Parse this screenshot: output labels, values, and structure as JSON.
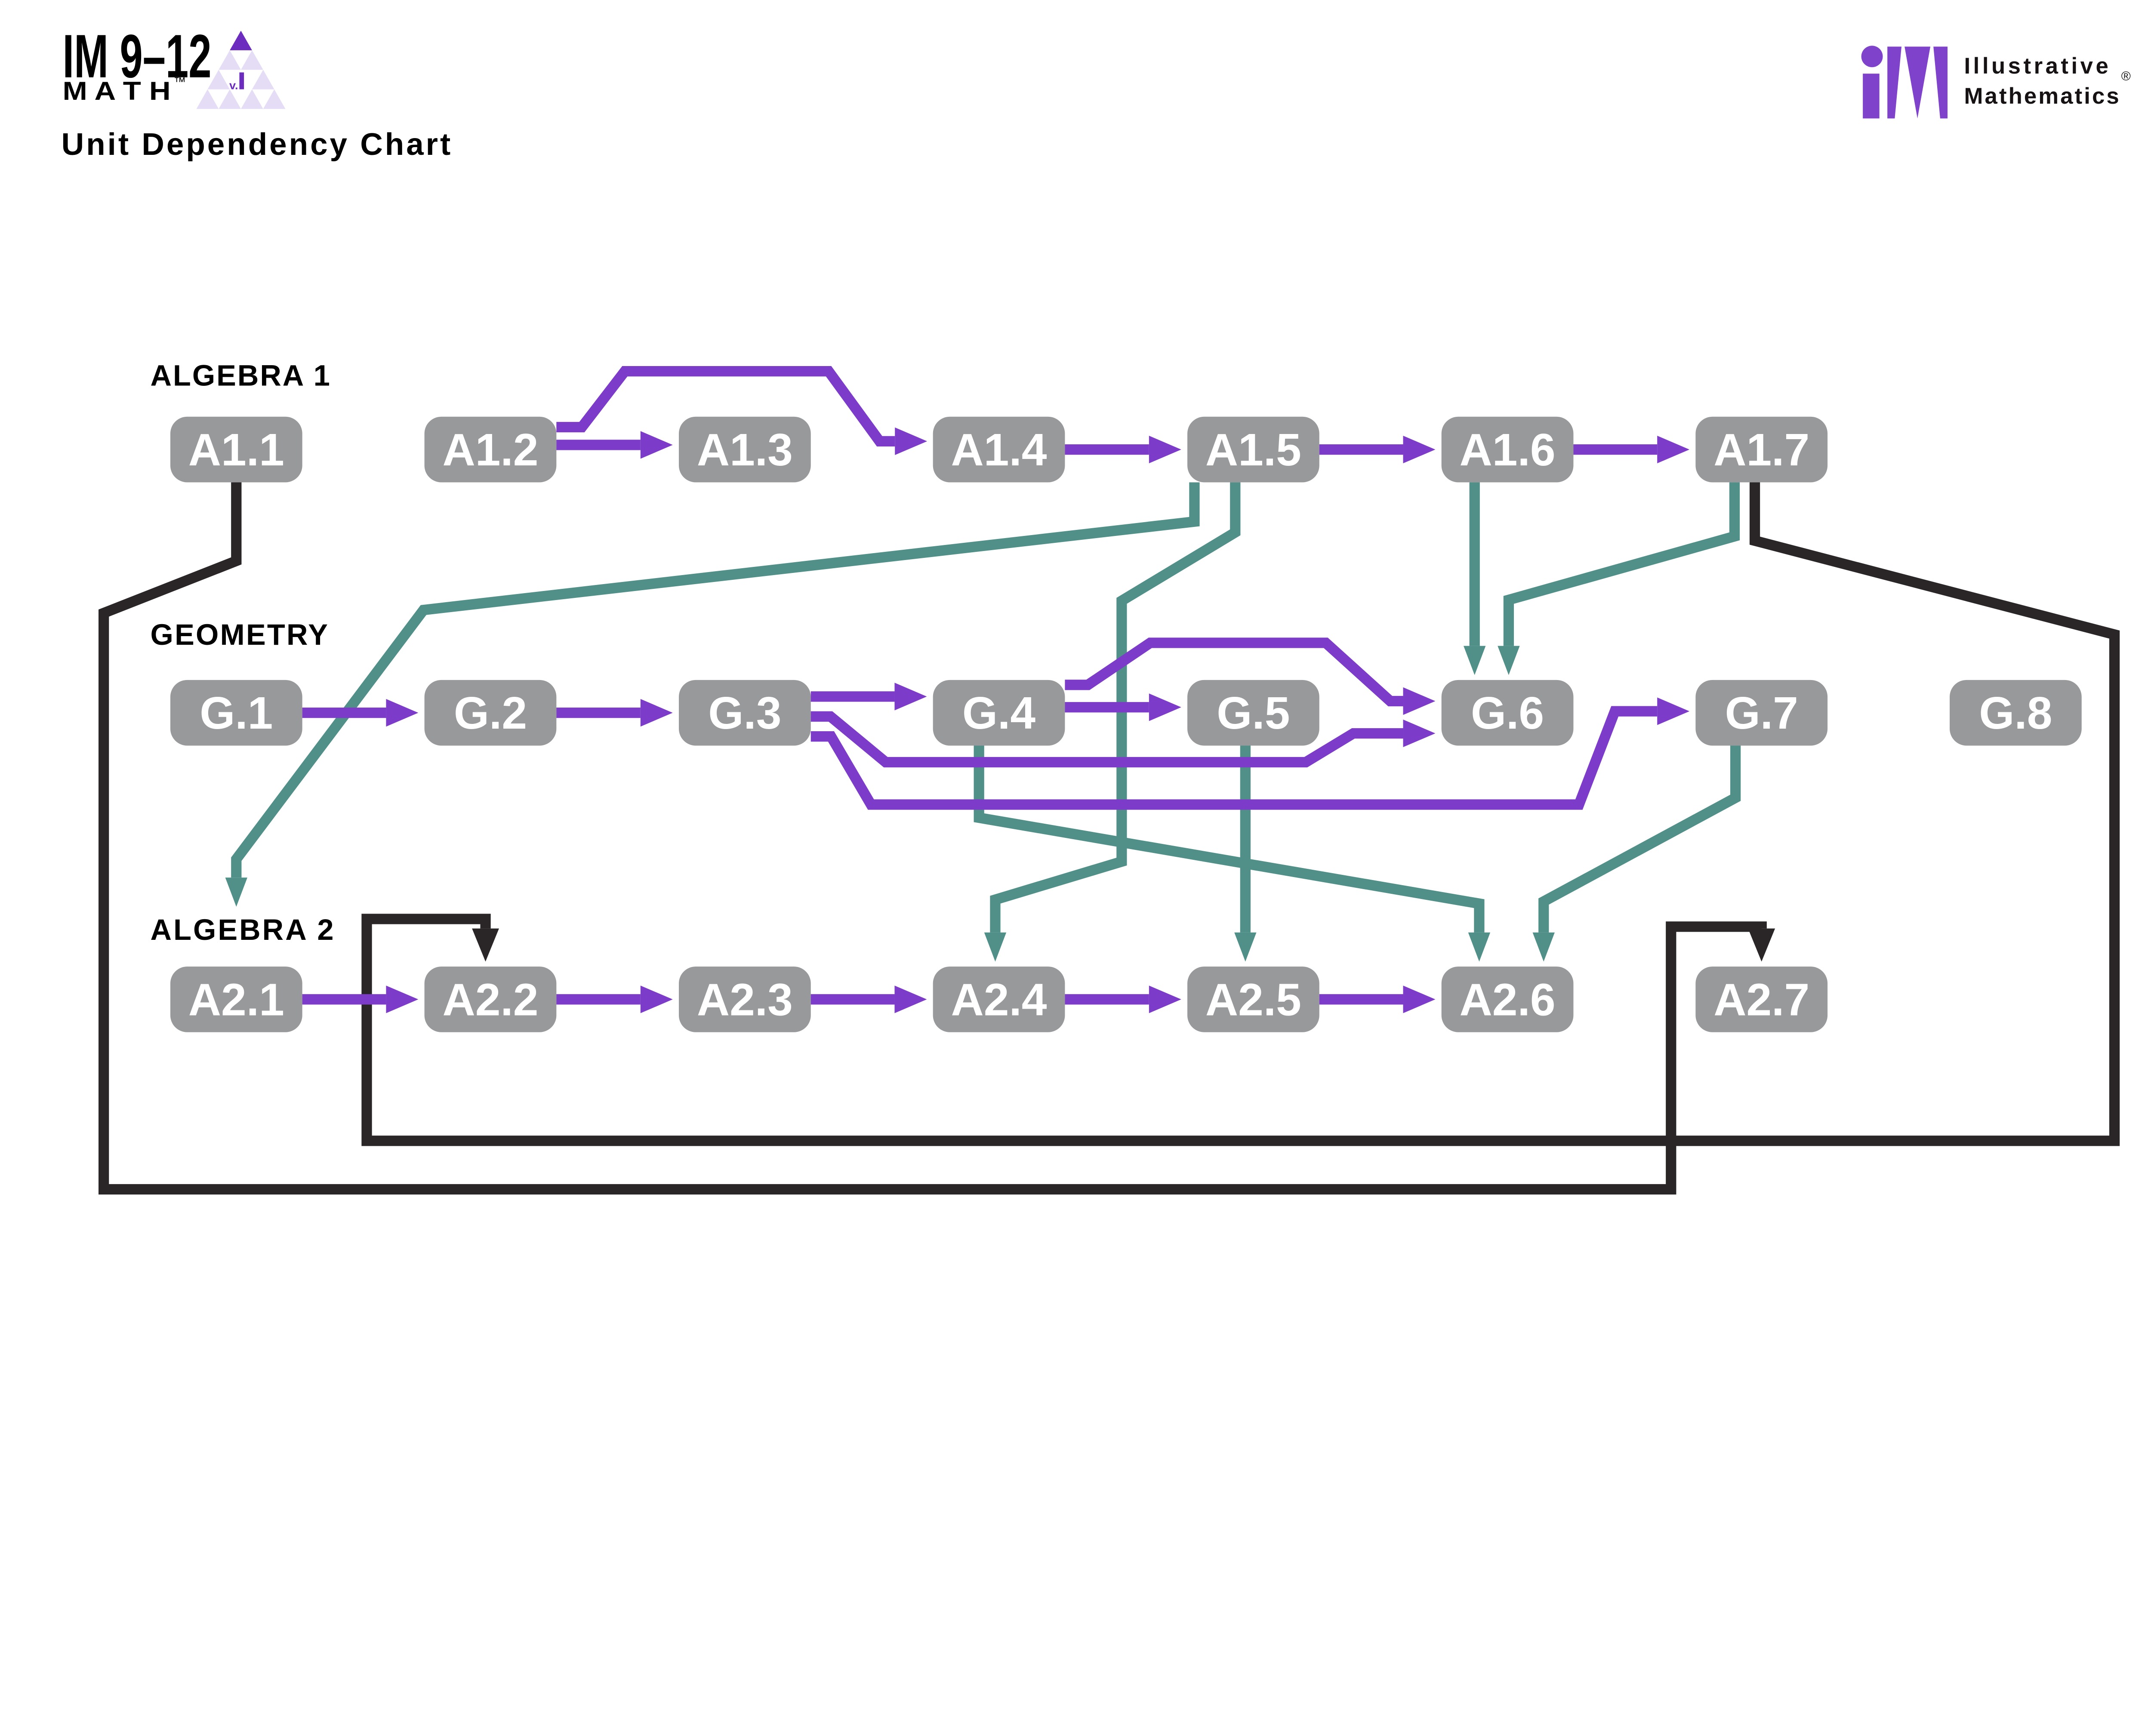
{
  "header": {
    "brand_line1": "IM 9–12",
    "brand_line2": "M A T H",
    "trademark": "™",
    "title": "Unit Dependency Chart",
    "triangle_logo": {
      "version_prefix": "v.",
      "version_bar": "I"
    }
  },
  "publisher": {
    "logo": "iM-monogram",
    "name_line1": "Illustrative",
    "name_line2": "Mathematics",
    "registered": "®"
  },
  "colors": {
    "purple": "#7C3BC8",
    "teal": "#519089",
    "black": "#2A2627",
    "box_gray": "#98999B",
    "logo_purple_dark": "#6C2CBE",
    "logo_purple_light": "#E5DCF6",
    "logo_mark_purple": "#7F42CB"
  },
  "sections": [
    {
      "id": "algebra1",
      "label": "ALGEBRA 1"
    },
    {
      "id": "geometry",
      "label": "GEOMETRY"
    },
    {
      "id": "algebra2",
      "label": "ALGEBRA 2"
    }
  ],
  "units": [
    {
      "id": "A1.1",
      "label": "A1.1",
      "row": 0,
      "col": 0
    },
    {
      "id": "A1.2",
      "label": "A1.2",
      "row": 0,
      "col": 1
    },
    {
      "id": "A1.3",
      "label": "A1.3",
      "row": 0,
      "col": 2
    },
    {
      "id": "A1.4",
      "label": "A1.4",
      "row": 0,
      "col": 3
    },
    {
      "id": "A1.5",
      "label": "A1.5",
      "row": 0,
      "col": 4
    },
    {
      "id": "A1.6",
      "label": "A1.6",
      "row": 0,
      "col": 5
    },
    {
      "id": "A1.7",
      "label": "A1.7",
      "row": 0,
      "col": 6
    },
    {
      "id": "G.1",
      "label": "G.1",
      "row": 1,
      "col": 0
    },
    {
      "id": "G.2",
      "label": "G.2",
      "row": 1,
      "col": 1
    },
    {
      "id": "G.3",
      "label": "G.3",
      "row": 1,
      "col": 2
    },
    {
      "id": "G.4",
      "label": "G.4",
      "row": 1,
      "col": 3
    },
    {
      "id": "G.5",
      "label": "G.5",
      "row": 1,
      "col": 4
    },
    {
      "id": "G.6",
      "label": "G.6",
      "row": 1,
      "col": 5
    },
    {
      "id": "G.7",
      "label": "G.7",
      "row": 1,
      "col": 6
    },
    {
      "id": "G.8",
      "label": "G.8",
      "row": 1,
      "col": 7
    },
    {
      "id": "A2.1",
      "label": "A2.1",
      "row": 2,
      "col": 0
    },
    {
      "id": "A2.2",
      "label": "A2.2",
      "row": 2,
      "col": 1
    },
    {
      "id": "A2.3",
      "label": "A2.3",
      "row": 2,
      "col": 2
    },
    {
      "id": "A2.4",
      "label": "A2.4",
      "row": 2,
      "col": 3
    },
    {
      "id": "A2.5",
      "label": "A2.5",
      "row": 2,
      "col": 4
    },
    {
      "id": "A2.6",
      "label": "A2.6",
      "row": 2,
      "col": 5
    },
    {
      "id": "A2.7",
      "label": "A2.7",
      "row": 2,
      "col": 6
    }
  ],
  "dependencies": [
    {
      "from": "A1.2",
      "to": "A1.3",
      "color": "purple"
    },
    {
      "from": "A1.2",
      "to": "A1.4",
      "color": "purple"
    },
    {
      "from": "A1.4",
      "to": "A1.5",
      "color": "purple"
    },
    {
      "from": "A1.5",
      "to": "A1.6",
      "color": "purple"
    },
    {
      "from": "A1.6",
      "to": "A1.7",
      "color": "purple"
    },
    {
      "from": "G.1",
      "to": "G.2",
      "color": "purple"
    },
    {
      "from": "G.2",
      "to": "G.3",
      "color": "purple"
    },
    {
      "from": "G.3",
      "to": "G.4",
      "color": "purple"
    },
    {
      "from": "G.4",
      "to": "G.5",
      "color": "purple"
    },
    {
      "from": "G.4",
      "to": "G.6",
      "color": "purple"
    },
    {
      "from": "G.3",
      "to": "G.6",
      "color": "purple"
    },
    {
      "from": "G.3",
      "to": "G.7",
      "color": "purple"
    },
    {
      "from": "A2.1",
      "to": "A2.2",
      "color": "purple"
    },
    {
      "from": "A2.2",
      "to": "A2.3",
      "color": "purple"
    },
    {
      "from": "A2.3",
      "to": "A2.4",
      "color": "purple"
    },
    {
      "from": "A2.4",
      "to": "A2.5",
      "color": "purple"
    },
    {
      "from": "A2.5",
      "to": "A2.6",
      "color": "purple"
    },
    {
      "from": "A1.5",
      "to": "A2.1",
      "color": "teal"
    },
    {
      "from": "A1.5",
      "to": "A2.4",
      "color": "teal"
    },
    {
      "from": "A1.6",
      "to": "G.6",
      "color": "teal"
    },
    {
      "from": "A1.7",
      "to": "G.6",
      "color": "teal"
    },
    {
      "from": "G.4",
      "to": "A2.6",
      "color": "teal"
    },
    {
      "from": "G.5",
      "to": "A2.5",
      "color": "teal"
    },
    {
      "from": "G.7",
      "to": "A2.6",
      "color": "teal"
    },
    {
      "from": "A1.1",
      "to": "A2.7",
      "color": "black"
    },
    {
      "from": "A1.7",
      "to": "A2.2",
      "color": "black"
    }
  ]
}
